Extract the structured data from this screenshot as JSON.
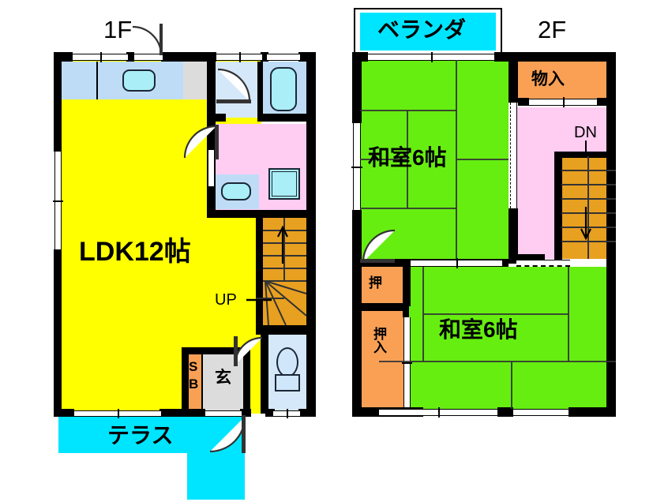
{
  "title": "Japanese residential floor plan (1F / 2F)",
  "floors": {
    "first": {
      "tag": "1F",
      "rooms": {
        "ldk": "LDK12帖",
        "genkan": "玄",
        "shoebox": "SB",
        "terrace": "テラス",
        "stair_dir": "UP"
      }
    },
    "second": {
      "tag": "2F",
      "rooms": {
        "veranda": "ベランダ",
        "washitsu_north": "和室6帖",
        "washitsu_south": "和室6帖",
        "storage": "物入",
        "closet_upper": "押",
        "closet_lower": "押入",
        "stair_dir": "DN"
      }
    }
  },
  "colors": {
    "wall": "#000000",
    "ldk_floor": "#ffff00",
    "tatami": "#66ee11",
    "washroom": "#ffccf2",
    "bath": "#bfdcf7",
    "stair": "#e8a020",
    "closet": "#f9a055",
    "terrace": "#00e5ff",
    "veranda": "#00e5ff",
    "genkan": "#dcdcdc"
  }
}
